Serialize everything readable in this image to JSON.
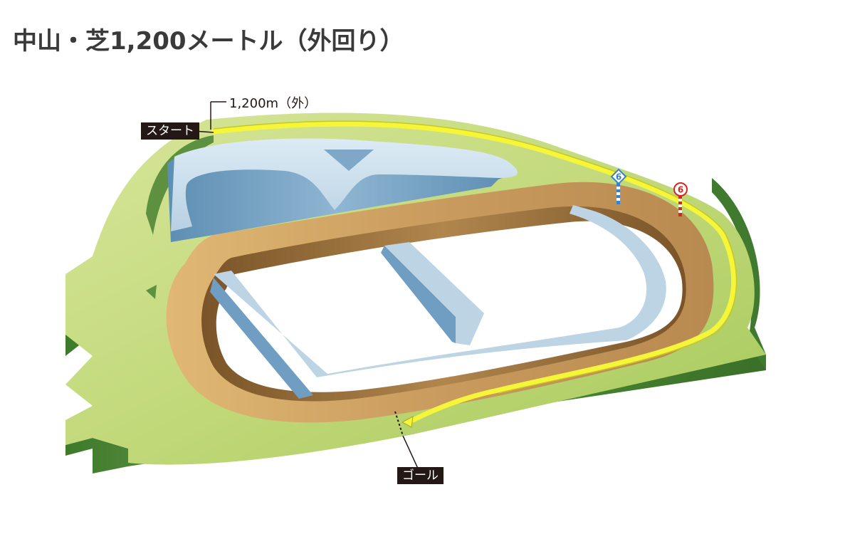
{
  "title": "中山・芝1,200メートル（外回り）",
  "start_label": "スタート",
  "distance_label": "1,200m（外）",
  "goal_label": "ゴール",
  "markers": [
    {
      "kind": "diamond",
      "number": "6",
      "color": "#3b82c4"
    },
    {
      "kind": "circle",
      "number": "6",
      "color": "#d7261e"
    }
  ],
  "colors": {
    "turf_top": "#c9dc82",
    "turf_side": "#4f8a3a",
    "dirt": "#c49a5e",
    "inner_track": "#bcd4e4",
    "race_line": "#f5f53a",
    "label_bg": "#231815"
  }
}
